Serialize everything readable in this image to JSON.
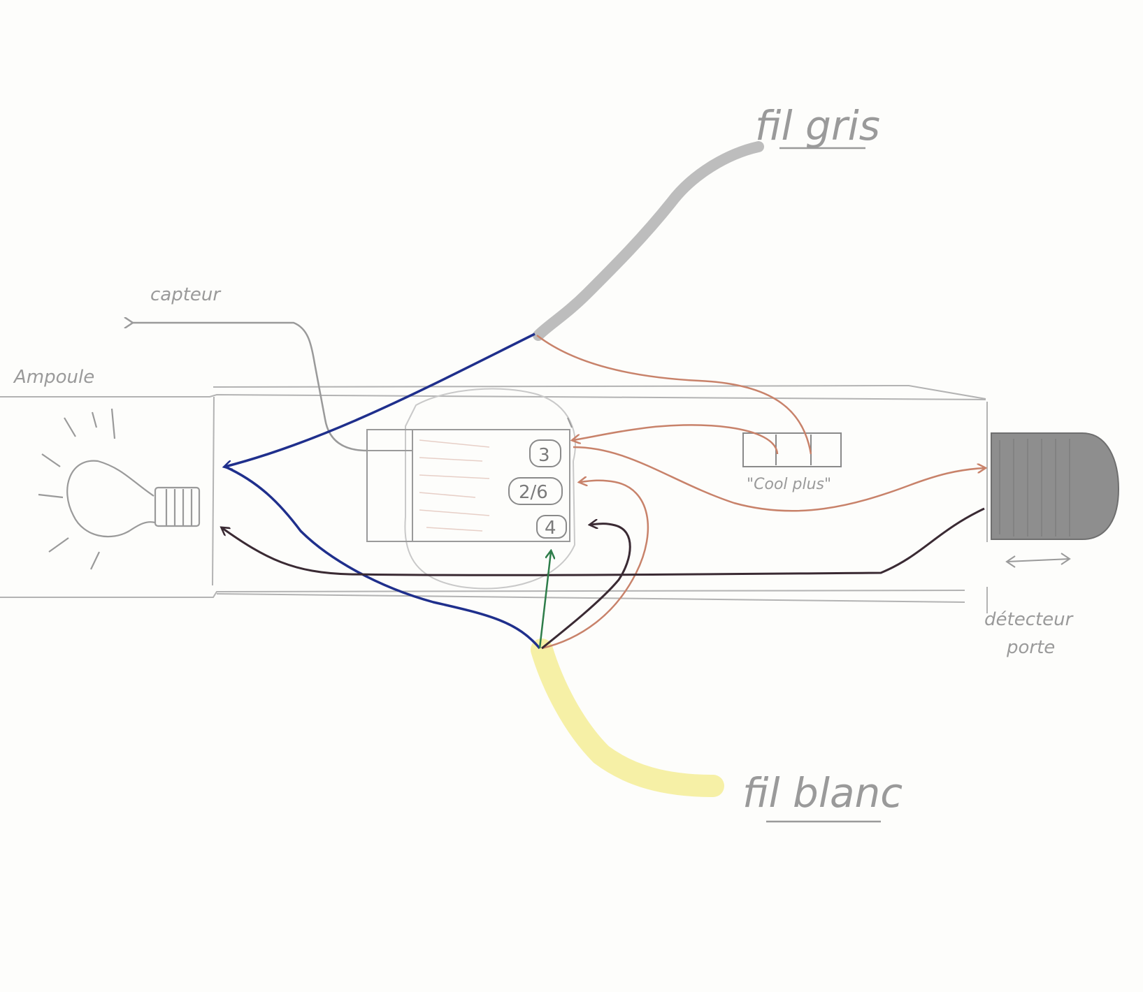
{
  "labels": {
    "fil_gris": "fil gris",
    "fil_blanc": "fil blanc",
    "capteur": "capteur",
    "ampoule": "Ampoule",
    "cool_plus": "\"Cool plus\"",
    "detecteur": "détecteur",
    "porte": "porte"
  },
  "terminals": {
    "t3": "3",
    "t26": "2/6",
    "t4": "4"
  },
  "colors": {
    "paper": "#fdfdfb",
    "pencil": "#9a9a9a",
    "grey_wire": "#bdbdbd",
    "blue_wire": "#1f2f8c",
    "brown_wire": "#c8826a",
    "dark_wire": "#3a2a33",
    "green_wire": "#2e7d4a",
    "white_wire": "#f6f0a6"
  }
}
